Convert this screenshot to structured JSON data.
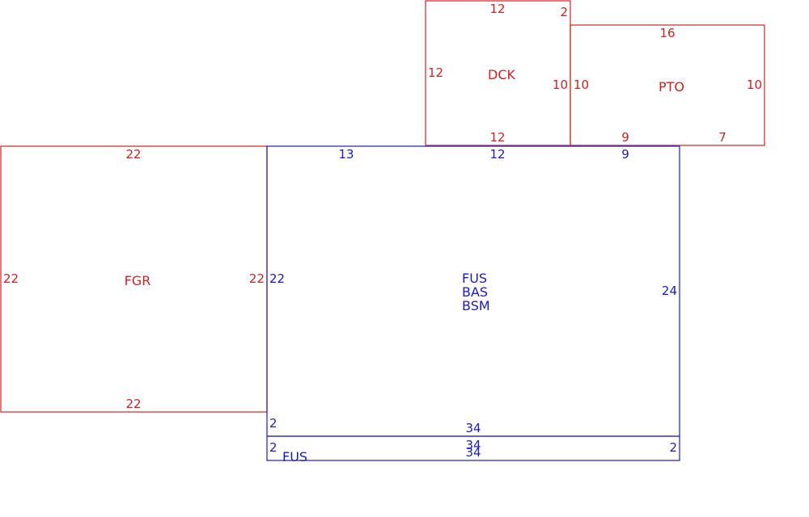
{
  "colors": {
    "red": "#d42020",
    "blue": "#1a1acc"
  },
  "sections": {
    "fgr": {
      "code": "FGR",
      "top": "22",
      "left": "22",
      "right": "22",
      "bottom": "22"
    },
    "dck": {
      "code": "DCK",
      "top": "12",
      "top_right": "2",
      "left": "12",
      "right": "10",
      "bottom": "12"
    },
    "pto": {
      "code": "PTO",
      "top": "16",
      "left": "10",
      "right": "10",
      "bottom_left": "9",
      "bottom_right": "7"
    },
    "main": {
      "codes": [
        "FUS",
        "BAS",
        "BSM"
      ],
      "top_left": "13",
      "top_mid": "12",
      "top_right": "9",
      "left": "22",
      "right": "24",
      "bottom_left": "2",
      "bottom": "34"
    },
    "strip": {
      "code": "FUS",
      "left": "2",
      "right": "2",
      "top": "34",
      "bottom": "34"
    }
  }
}
